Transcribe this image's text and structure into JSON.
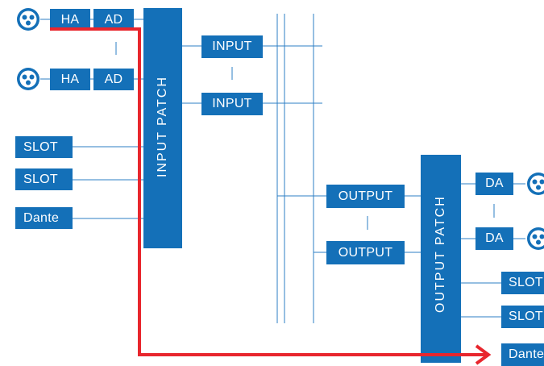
{
  "colors": {
    "block": "#1470b8",
    "line": "#2d7fc4",
    "signal": "#e8262d"
  },
  "icons": {
    "input_connector": "xlr-connector-icon",
    "output_connector": "xlr-connector-icon",
    "signal_arrow": "arrow-right-icon"
  },
  "inputs": {
    "rows": [
      {
        "ha": "HA",
        "ad": "AD"
      },
      {
        "ha": "HA",
        "ad": "AD"
      }
    ],
    "slots": [
      "SLOT",
      "SLOT"
    ],
    "dante": "Dante"
  },
  "input_patch": "INPUT PATCH",
  "input_channels": [
    "INPUT",
    "INPUT"
  ],
  "output_channels": [
    "OUTPUT",
    "OUTPUT"
  ],
  "output_patch": "OUTPUT PATCH",
  "outputs": {
    "da": [
      "DA",
      "DA"
    ],
    "slots": [
      "SLOT",
      "SLOT"
    ],
    "dante": "Dante"
  }
}
